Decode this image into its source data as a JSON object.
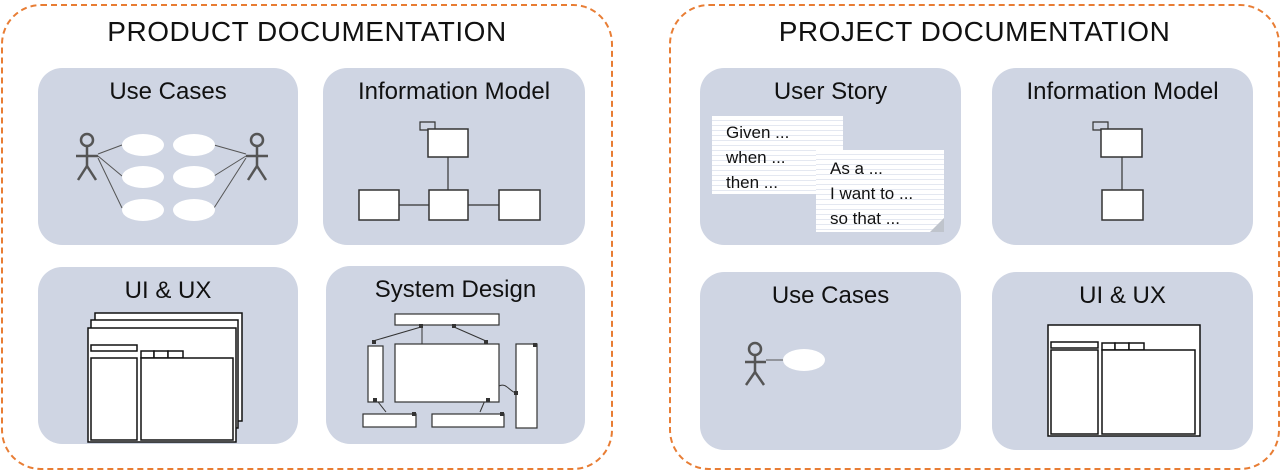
{
  "groups": [
    {
      "title": "PRODUCT DOCUMENTATION"
    },
    {
      "title": "PROJECT DOCUMENTATION"
    }
  ],
  "cards": {
    "prod_use_cases": "Use Cases",
    "prod_info_model": "Information Model",
    "prod_ui_ux": "UI & UX",
    "prod_system_design": "System Design",
    "proj_user_story": "User Story",
    "proj_info_model": "Information Model",
    "proj_use_cases": "Use Cases",
    "proj_ui_ux": "UI & UX"
  },
  "user_story": {
    "given": [
      "Given ...",
      "when ...",
      "then ..."
    ],
    "as_a": [
      "As a ...",
      "I want to ...",
      "so that ..."
    ]
  },
  "colors": {
    "border": "#e87d34",
    "card": "#cfd5e3"
  }
}
